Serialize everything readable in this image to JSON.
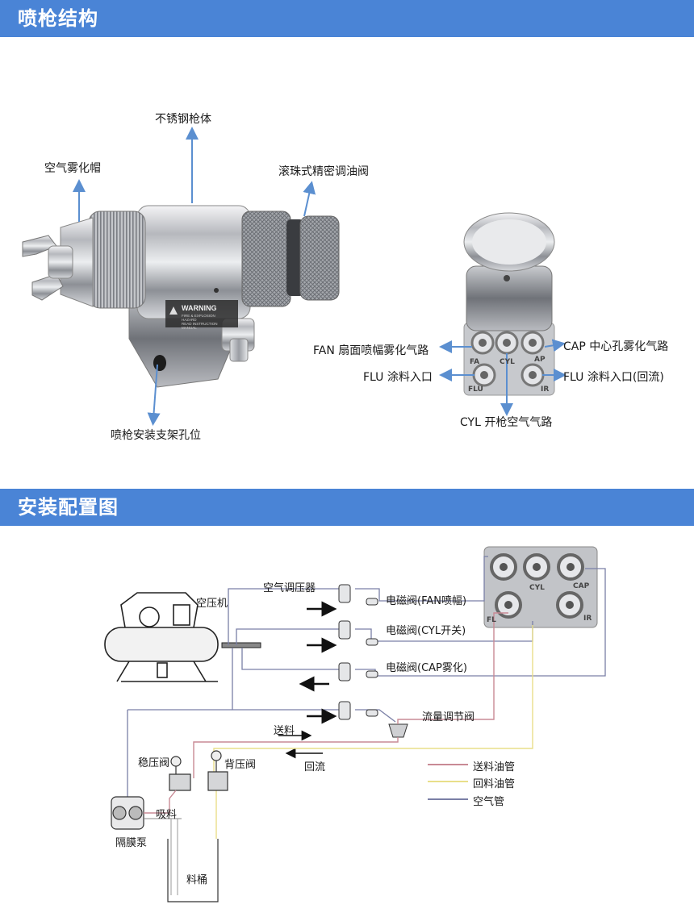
{
  "sections": {
    "structure_title": "喷枪结构",
    "install_title": "安装配置图"
  },
  "structure": {
    "labels": {
      "stainless_body": "不锈钢枪体",
      "air_cap": "空气雾化帽",
      "needle_valve": "滚珠式精密调油阀",
      "mount_hole": "喷枪安装支架孔位",
      "fan": "FAN 扇面喷幅雾化气路",
      "cap": "CAP 中心孔雾化气路",
      "flu_in": "FLU 涂料入口",
      "flu_return": "FLU 涂料入口(回流)",
      "cyl": "CYL 开枪空气气路"
    },
    "warning": {
      "title": "WARNING",
      "line1": "FIRE & EXPLOSION",
      "line2": "HAZARD",
      "line3": "READ INSTRUCTION",
      "line4": "MANUAL"
    },
    "port_marks": {
      "fan": "FA",
      "cyl": "CYL",
      "cap": "AP",
      "flu_left": "FLU",
      "flu_right": "IR"
    }
  },
  "install": {
    "labels": {
      "compressor": "空压机",
      "regulator": "空气调压器",
      "sol_fan": "电磁阀(FAN喷幅)",
      "sol_cyl": "电磁阀(CYL开关)",
      "sol_cap": "电磁阀(CAP雾化)",
      "flow_valve": "流量调节阀",
      "feed": "送料",
      "return_flow": "回流",
      "stabilizer": "稳压阀",
      "back_pressure": "背压阀",
      "suction": "吸料",
      "pump": "隔膜泵",
      "bucket": "料桶"
    },
    "legend": [
      {
        "label": "送料油管",
        "color": "#c98a95"
      },
      {
        "label": "回料油管",
        "color": "#e9df8a"
      },
      {
        "label": "空气管",
        "color": "#7a7fa6"
      }
    ],
    "port_marks": {
      "cyl": "CYL",
      "cap": "CAP",
      "flu_left": "FL",
      "flu_right": "IR"
    }
  }
}
